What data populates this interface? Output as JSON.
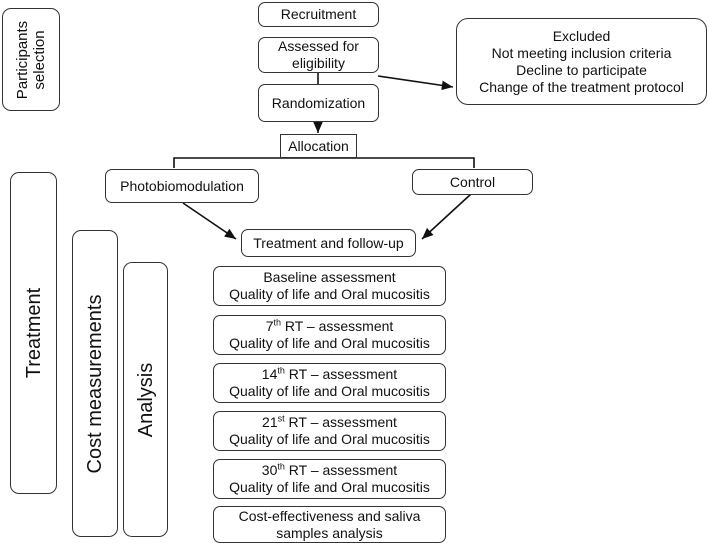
{
  "phases": {
    "participants_selection": "Participants selection",
    "treatment": "Treatment",
    "cost_measurements": "Cost measurements",
    "analysis": "Analysis"
  },
  "flow": {
    "recruitment": "Recruitment",
    "assessed": "Assessed for eligibility",
    "randomization": "Randomization",
    "allocation": "Allocation",
    "photobiomodulation": "Photobiomodulation",
    "control": "Control",
    "treatment_followup": "Treatment and follow-up"
  },
  "excluded": {
    "title": "Excluded",
    "items": [
      "Not meeting inclusion criteria",
      "Decline to participate",
      "Change of the treatment protocol"
    ]
  },
  "assessments": [
    {
      "num": "Baseline assessment",
      "sup": "",
      "rest": "",
      "line2": "Quality of life and Oral mucositis"
    },
    {
      "num": "7",
      "sup": "th",
      "rest": " RT – assessment",
      "line2": "Quality of life and Oral mucositis"
    },
    {
      "num": "14",
      "sup": "th",
      "rest": " RT – assessment",
      "line2": "Quality of life and Oral mucositis"
    },
    {
      "num": "21",
      "sup": "st",
      "rest": " RT – assessment",
      "line2": "Quality of life and Oral mucositis"
    },
    {
      "num": "30",
      "sup": "th",
      "rest": " RT – assessment",
      "line2": "Quality of life and Oral mucositis"
    }
  ],
  "final": {
    "line1": "Cost-effectiveness and saliva",
    "line2": "samples analysis"
  }
}
